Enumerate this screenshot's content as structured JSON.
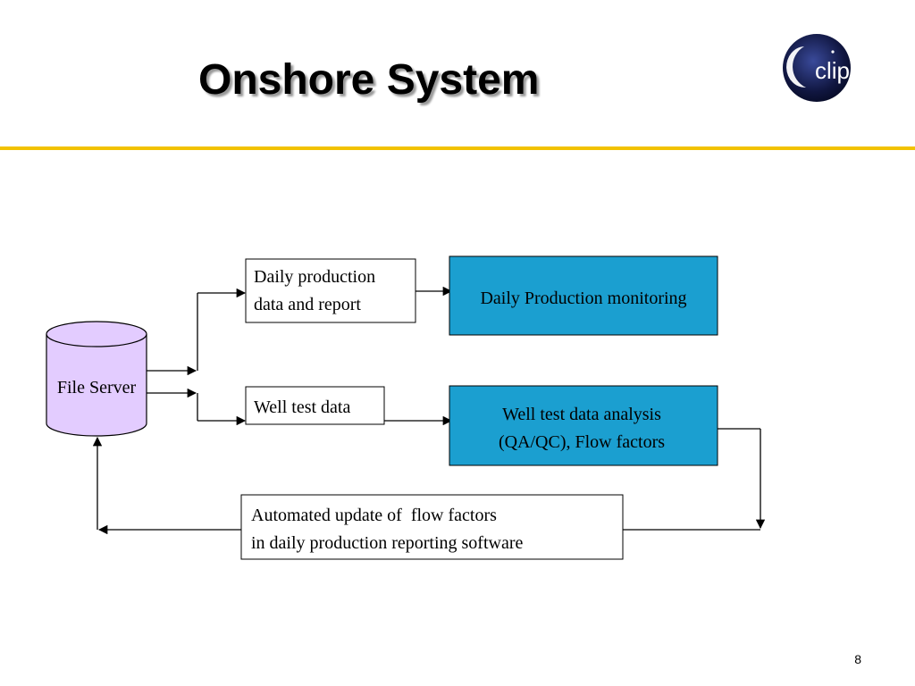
{
  "slide": {
    "title": "Onshore System",
    "page_number": "8"
  },
  "logo": {
    "text": "clipse",
    "icon": "eclipse-logo-icon",
    "colors": {
      "disc": "#101640",
      "text": "#2a2f7a"
    }
  },
  "diagram": {
    "file_server": {
      "label": "File Server",
      "icon": "database-cylinder-icon",
      "fill": "#e3ccff"
    },
    "daily_production_data": {
      "lines": [
        "Daily production",
        "data and report"
      ]
    },
    "daily_production_monitoring": {
      "label": "Daily Production monitoring",
      "fill": "#1b9fd0"
    },
    "well_test_data": {
      "label": "Well test data"
    },
    "well_test_analysis": {
      "lines": [
        "Well test data analysis",
        "(QA/QC), Flow factors"
      ],
      "fill": "#1b9fd0"
    },
    "automated_update": {
      "lines": [
        "Automated update of  flow factors",
        "in daily production reporting software"
      ]
    }
  },
  "colors": {
    "accent_rule": "#f2c200"
  }
}
